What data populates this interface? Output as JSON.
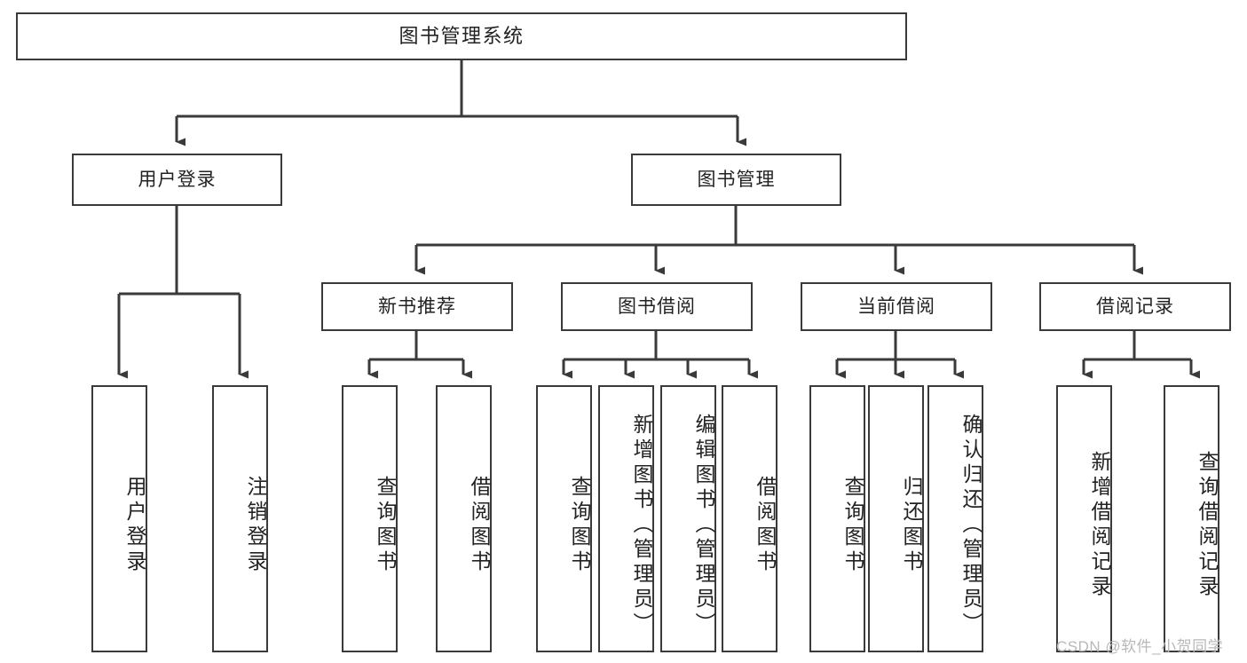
{
  "diagram": {
    "type": "tree-hierarchy",
    "title": "图书管理系统",
    "levels": {
      "root": {
        "label": "图书管理系统"
      },
      "level2": [
        {
          "id": "user-login",
          "label": "用户登录"
        },
        {
          "id": "book-management",
          "label": "图书管理"
        }
      ],
      "level3": [
        {
          "id": "new-book-recommend",
          "label": "新书推荐"
        },
        {
          "id": "book-borrow",
          "label": "图书借阅"
        },
        {
          "id": "current-borrow",
          "label": "当前借阅"
        },
        {
          "id": "borrow-record",
          "label": "借阅记录"
        }
      ],
      "leaves": [
        {
          "id": "leaf-user-login",
          "label": "用户登录",
          "parent": "user-login"
        },
        {
          "id": "leaf-logout-login",
          "label": "注销登录",
          "parent": "user-login"
        },
        {
          "id": "leaf-query-book-1",
          "label": "查询图书",
          "parent": "new-book-recommend"
        },
        {
          "id": "leaf-borrow-book-1",
          "label": "借阅图书",
          "parent": "new-book-recommend"
        },
        {
          "id": "leaf-query-book-2",
          "label": "查询图书",
          "parent": "book-borrow"
        },
        {
          "id": "leaf-add-book",
          "label": "新增图书（管理员）",
          "parent": "book-borrow"
        },
        {
          "id": "leaf-edit-book",
          "label": "编辑图书（管理员）",
          "parent": "book-borrow"
        },
        {
          "id": "leaf-borrow-book-2",
          "label": "借阅图书",
          "parent": "book-borrow"
        },
        {
          "id": "leaf-query-book-3",
          "label": "查询图书",
          "parent": "current-borrow"
        },
        {
          "id": "leaf-return-book",
          "label": "归还图书",
          "parent": "current-borrow"
        },
        {
          "id": "leaf-confirm-return",
          "label": "确认归还（管理员）",
          "parent": "current-borrow"
        },
        {
          "id": "leaf-add-record",
          "label": "新增借阅记录",
          "parent": "borrow-record"
        },
        {
          "id": "leaf-query-record",
          "label": "查询借阅记录",
          "parent": "borrow-record"
        }
      ]
    },
    "colors": {
      "border": "#3a3a3a",
      "text": "#222222",
      "background": "#ffffff",
      "watermark": "#b8b8b8"
    }
  },
  "watermark": {
    "text": "CSDN @软件_小贺同学"
  }
}
